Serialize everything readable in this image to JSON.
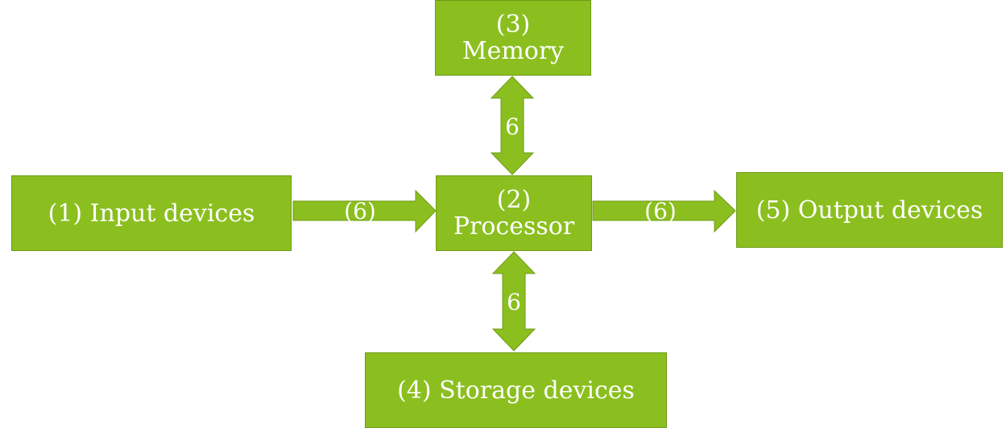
{
  "nodes": {
    "memory": {
      "number": "(3)",
      "label": "Memory"
    },
    "processor": {
      "number": "(2)",
      "label": "Processor"
    },
    "input": {
      "label": "(1) Input devices"
    },
    "output": {
      "label": "(5) Output devices"
    },
    "storage": {
      "label": "(4) Storage devices"
    }
  },
  "connections": {
    "memory_processor": "6",
    "input_processor": "(6)",
    "processor_output": "(6)",
    "processor_storage": "6"
  },
  "colors": {
    "box_fill": "#8bbf1f",
    "box_border": "#6f9a16",
    "text": "#ffffff"
  }
}
